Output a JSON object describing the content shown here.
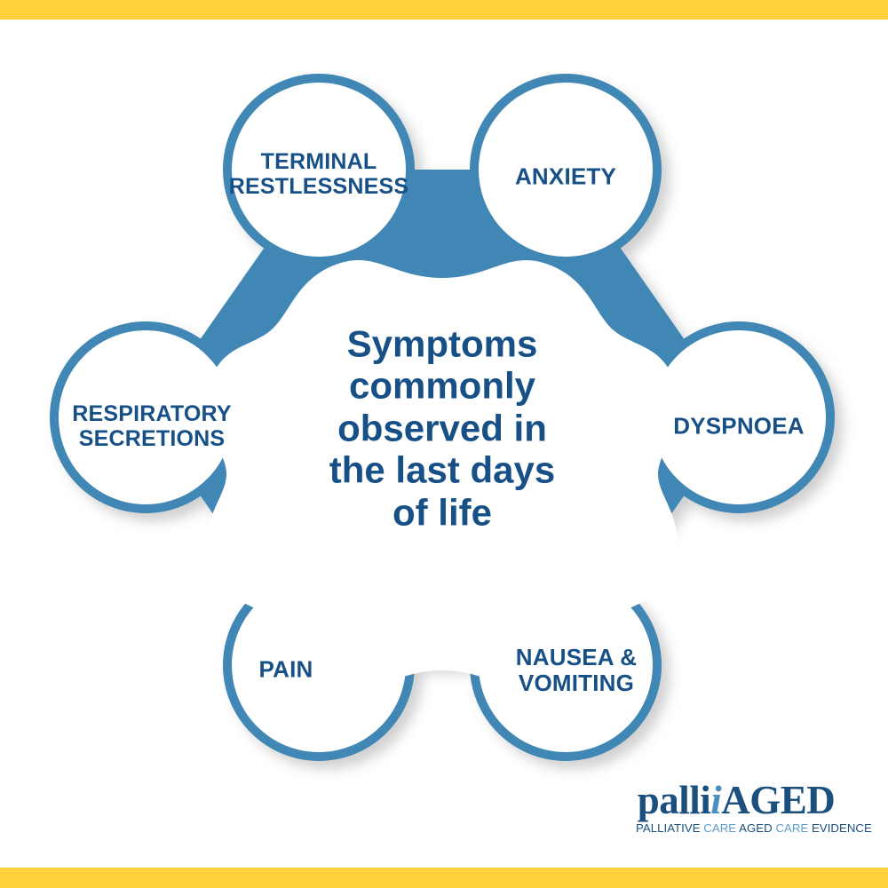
{
  "page": {
    "title": "Symptoms commonly observed in the last days of life",
    "type": "infographic"
  },
  "theme": {
    "accent_yellow": "#FFD13B",
    "blob_blue": "#3F87B5",
    "text_navy": "#175087",
    "bubble_white": "#FFFFFF",
    "logo_navy": "#1B4F7E",
    "logo_light_blue": "#5E9DC8"
  },
  "center": {
    "text": "Symptoms\ncommonly\nobserved in\nthe last days\nof life",
    "lines": [
      "Symptoms",
      "commonly",
      "observed in",
      "the last days",
      "of life"
    ]
  },
  "nodes": [
    {
      "id": "terminal-restlessness",
      "label": "TERMINAL\nRESTLESSNESS",
      "position": "top-left"
    },
    {
      "id": "anxiety",
      "label": "ANXIETY",
      "position": "top-right"
    },
    {
      "id": "dyspnoea",
      "label": "DYSPNOEA",
      "position": "right"
    },
    {
      "id": "nausea-vomiting",
      "label": "NAUSEA &\nVOMITING",
      "position": "bottom-right"
    },
    {
      "id": "pain",
      "label": "PAIN",
      "position": "bottom-left"
    },
    {
      "id": "respiratory-secretions",
      "label": "RESPIRATORY\nSECRETIONS",
      "position": "left"
    }
  ],
  "logo": {
    "word_part_1": "palli",
    "word_part_italic": "i",
    "word_part_2": "AGED",
    "tagline_1": "PALLIATIVE",
    "tagline_2": "CARE",
    "tagline_3": "AGED",
    "tagline_4": "CARE",
    "tagline_5": "EVIDENCE"
  }
}
